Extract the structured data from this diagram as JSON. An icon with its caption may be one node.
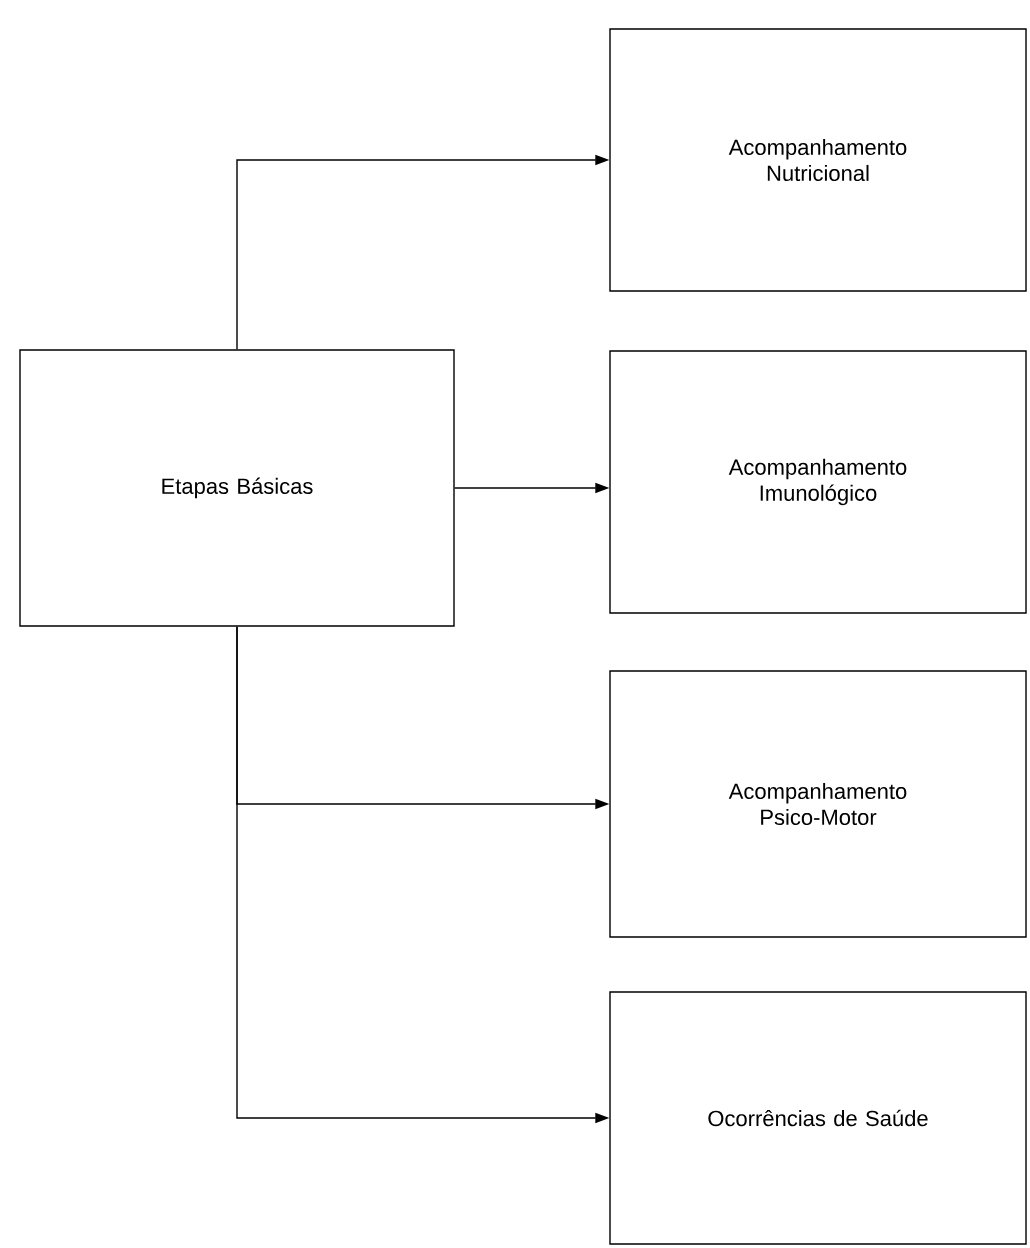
{
  "diagram": {
    "nodes": [
      {
        "text": [
          "Etapas Básicas"
        ]
      },
      {
        "text": [
          "Acompanhamento Nutricional"
        ]
      },
      {
        "text": [
          "Acompanhamento Imunológico"
        ]
      },
      {
        "text": [
          "Acompanhamento Psico-Motor"
        ]
      },
      {
        "text": [
          "Ocorrências de Saúde"
        ]
      }
    ],
    "edges": [
      {
        "from": 0,
        "to": 1,
        "arrow": "to"
      },
      {
        "from": 0,
        "to": 2,
        "arrow": "to"
      },
      {
        "from": 0,
        "to": 3,
        "arrow": "to"
      },
      {
        "from": 0,
        "to": 4,
        "arrow": "to"
      }
    ]
  }
}
